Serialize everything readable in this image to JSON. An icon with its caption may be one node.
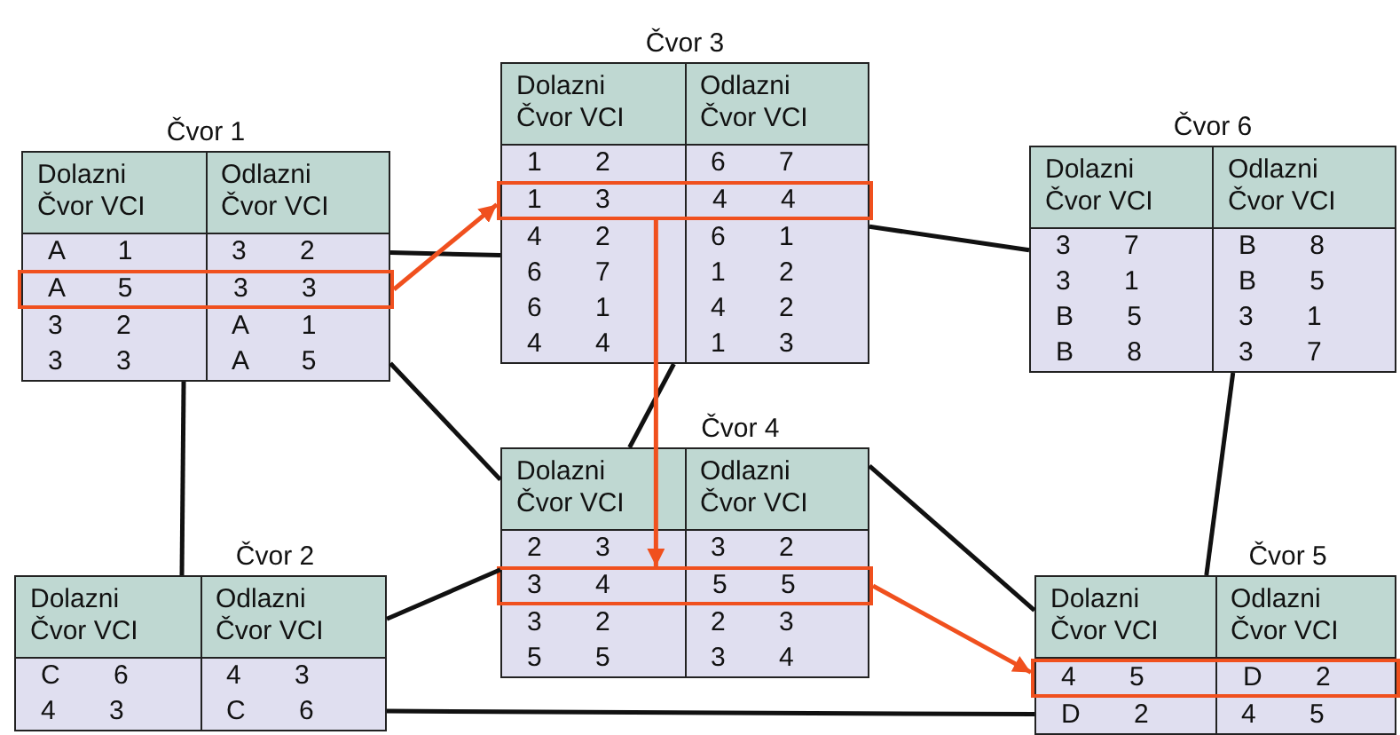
{
  "diagram": {
    "nodes": [
      {
        "text": [
          "Čvor 1",
          "Dolazni Čvor VCI",
          "Odlazni Čvor VCI",
          "A 1",
          "3 2",
          "3 2",
          "A 1",
          "3 3",
          "A 5"
        ]
      },
      {
        "text": [
          "A 5",
          "3 3"
        ],
        "in": 0
      },
      {
        "text": [
          "Čvor 3",
          "Dolazni Čvor VCI",
          "Odlazni Čvor VCI",
          "1 2",
          "6 7",
          "4 2",
          "6 1",
          "6 7",
          "1 2",
          "6 1",
          "4 2",
          "4 4",
          "1 3"
        ]
      },
      {
        "text": [
          "1 3",
          "4 4"
        ],
        "in": 2
      },
      {
        "text": [
          "Čvor 6",
          "Dolazni Čvor VCI",
          "Odlazni Čvor VCI",
          "3 7",
          "B 8",
          "3 1",
          "B 5",
          "B 5",
          "3 1",
          "B 8",
          "3 7"
        ]
      },
      {
        "text": [
          "Čvor 2",
          "Dolazni Čvor VCI",
          "Odlazni Čvor VCI",
          "C 6",
          "4 3",
          "4 3",
          "C 6"
        ]
      },
      {
        "text": [
          "Čvor 4",
          "Dolazni Čvor VCI",
          "Odlazni Čvor VCI",
          "2 3",
          "3 2",
          "3 2",
          "2 3",
          "5 5",
          "3 4"
        ]
      },
      {
        "text": [
          "3 4",
          "5 5"
        ],
        "in": 6
      },
      {
        "text": [
          "Čvor 5",
          "Dolazni Čvor VCI",
          "Odlazni Čvor VCI",
          "D 2",
          "4 5"
        ]
      },
      {
        "text": [
          "4 5",
          "D 2"
        ],
        "in": 8
      }
    ],
    "edges": [
      {
        "from": 0,
        "to": 2,
        "arrow": "none"
      },
      {
        "from": 0,
        "to": 6,
        "arrow": "none"
      },
      {
        "from": 0,
        "to": 5,
        "arrow": "none"
      },
      {
        "from": 2,
        "to": 4,
        "arrow": "none"
      },
      {
        "from": 2,
        "to": 6,
        "arrow": "none"
      },
      {
        "from": 4,
        "to": 8,
        "arrow": "none"
      },
      {
        "from": 5,
        "to": 6,
        "arrow": "none"
      },
      {
        "from": 5,
        "to": 8,
        "arrow": "none"
      },
      {
        "from": 6,
        "to": 8,
        "arrow": "none"
      },
      {
        "from": 1,
        "to": 3,
        "arrow": "to",
        "color": "#f0501e"
      },
      {
        "from": 3,
        "to": 7,
        "arrow": "to",
        "color": "#f0501e"
      },
      {
        "from": 7,
        "to": 9,
        "arrow": "to",
        "color": "#f0501e"
      }
    ]
  }
}
